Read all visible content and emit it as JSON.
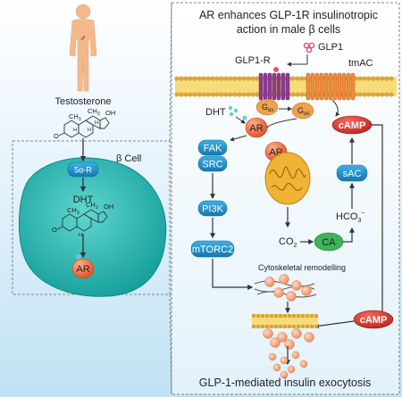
{
  "left": {
    "hormone": "Testosterone",
    "enzyme": "5α-R",
    "metabolite": "DHT",
    "receptor": "AR",
    "cell_label": "β Cell",
    "male_symbol": "♂",
    "struct_labels": {
      "ch3": "CH",
      "three": "3",
      "h": "H",
      "oh": "OH",
      "o": "O"
    }
  },
  "right": {
    "title_line1": "AR enhances GLP-1R insulinotropic",
    "title_line2": "action in male β cells",
    "ligand": "GLP1",
    "glp1r": "GLP1-R",
    "tmac": "tmAC",
    "dht": "DHT",
    "g_letter": "G",
    "g_sub": "αs",
    "ar": "AR",
    "camp": "cAMP",
    "camp_lower": "cAMP",
    "fak": "FAK",
    "src": "SRC",
    "pi3k": "PI3K",
    "mtorc2": "mTORC2",
    "sac": "sAC",
    "hco3_base": "HCO",
    "hco3_sub": "3",
    "hco3_sup": "−",
    "co2_base": "CO",
    "co2_sub": "2",
    "ca": "CA",
    "cytoskeletal": "Cytoskeletal remodelling",
    "bottom": "GLP-1-mediated insulin exocytosis"
  },
  "colors": {
    "cell_fill": "#1fb3b0",
    "box_fill": "#1c8ec7",
    "ar_fill": "#ee6c3a",
    "camp_fill": "#d9352b",
    "ca_fill": "#3db35a",
    "glp1r_fill": "#8e3b8f",
    "tmac_fill": "#f08a3c",
    "membrane": "#e8c03a",
    "granule": "#f2a37c",
    "mito": "#f0b335"
  }
}
